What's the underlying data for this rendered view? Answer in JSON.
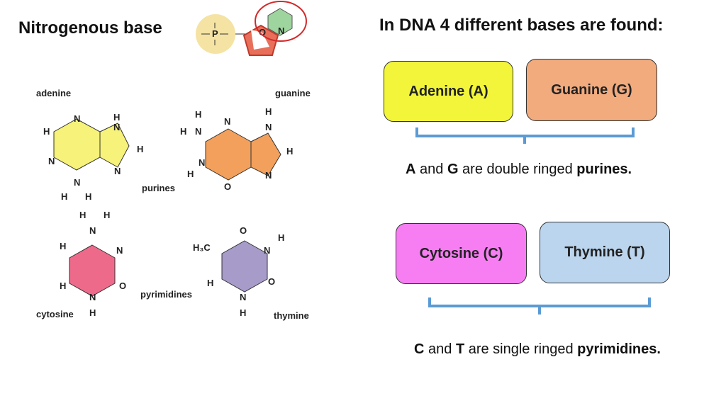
{
  "titles": {
    "left": "Nitrogenous base",
    "right": "In DNA 4 different bases are found:"
  },
  "boxes": {
    "adenine": "Adenine (A)",
    "guanine": "Guanine (G)",
    "cytosine": "Cytosine (C)",
    "thymine": "Thymine (T)"
  },
  "captions": {
    "purines": {
      "l1": "A",
      "m1": " and ",
      "l2": "G",
      "m2": " are double ringed ",
      "word": "purines."
    },
    "pyrimidines": {
      "l1": "C",
      "m1": " and ",
      "l2": "T",
      "m2": " are single ringed ",
      "word": "pyrimidines."
    }
  },
  "structure_labels": {
    "adenine": "adenine",
    "guanine": "guanine",
    "purines": "purines",
    "cytosine": "cytosine",
    "thymine": "thymine",
    "pyrimidines": "pyrimidines"
  },
  "nucleotide_icon": {
    "phosphate": "P",
    "base_atom": "N",
    "sugar_atom": "O"
  },
  "colors": {
    "adenine_box": "#f2f53a",
    "guanine_box": "#f2ab7d",
    "cytosine_box": "#f67ef2",
    "thymine_box": "#bcd5ee",
    "bracket": "#5b9bd5",
    "adenine_ring": "#f6f27a",
    "guanine_ring": "#f2a05c",
    "cytosine_ring": "#ee6a8a",
    "thymine_ring": "#a79bc9"
  }
}
